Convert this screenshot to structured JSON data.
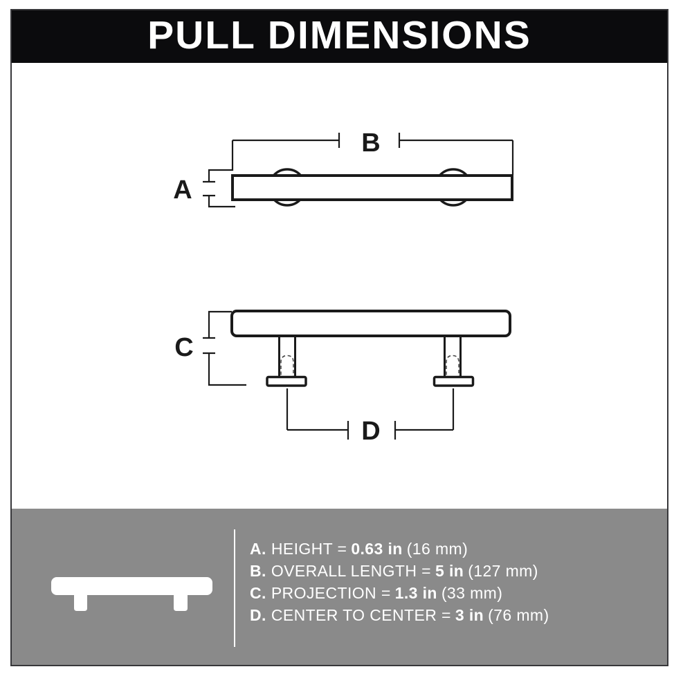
{
  "header": {
    "title": "PULL DIMENSIONS"
  },
  "diagram": {
    "dim_a_label": "A",
    "dim_b_label": "B",
    "dim_c_label": "C",
    "dim_d_label": "D"
  },
  "legend": {
    "items": [
      {
        "key": "A.",
        "label": "HEIGHT =",
        "value": "0.63 in",
        "metric": "(16 mm)"
      },
      {
        "key": "B.",
        "label": "OVERALL LENGTH =",
        "value": "5 in",
        "metric": "(127 mm)"
      },
      {
        "key": "C.",
        "label": "PROJECTION =",
        "value": "1.3 in",
        "metric": "(33 mm)"
      },
      {
        "key": "D.",
        "label": "CENTER TO CENTER =",
        "value": "3 in",
        "metric": "(76 mm)"
      }
    ]
  },
  "colors": {
    "banner_bg": "#0b0b0d",
    "banner_text": "#ffffff",
    "line_art": "#1a1a1a",
    "panel_bg": "#8a8a8a",
    "panel_text": "#ffffff",
    "frame_border": "#37373a"
  }
}
